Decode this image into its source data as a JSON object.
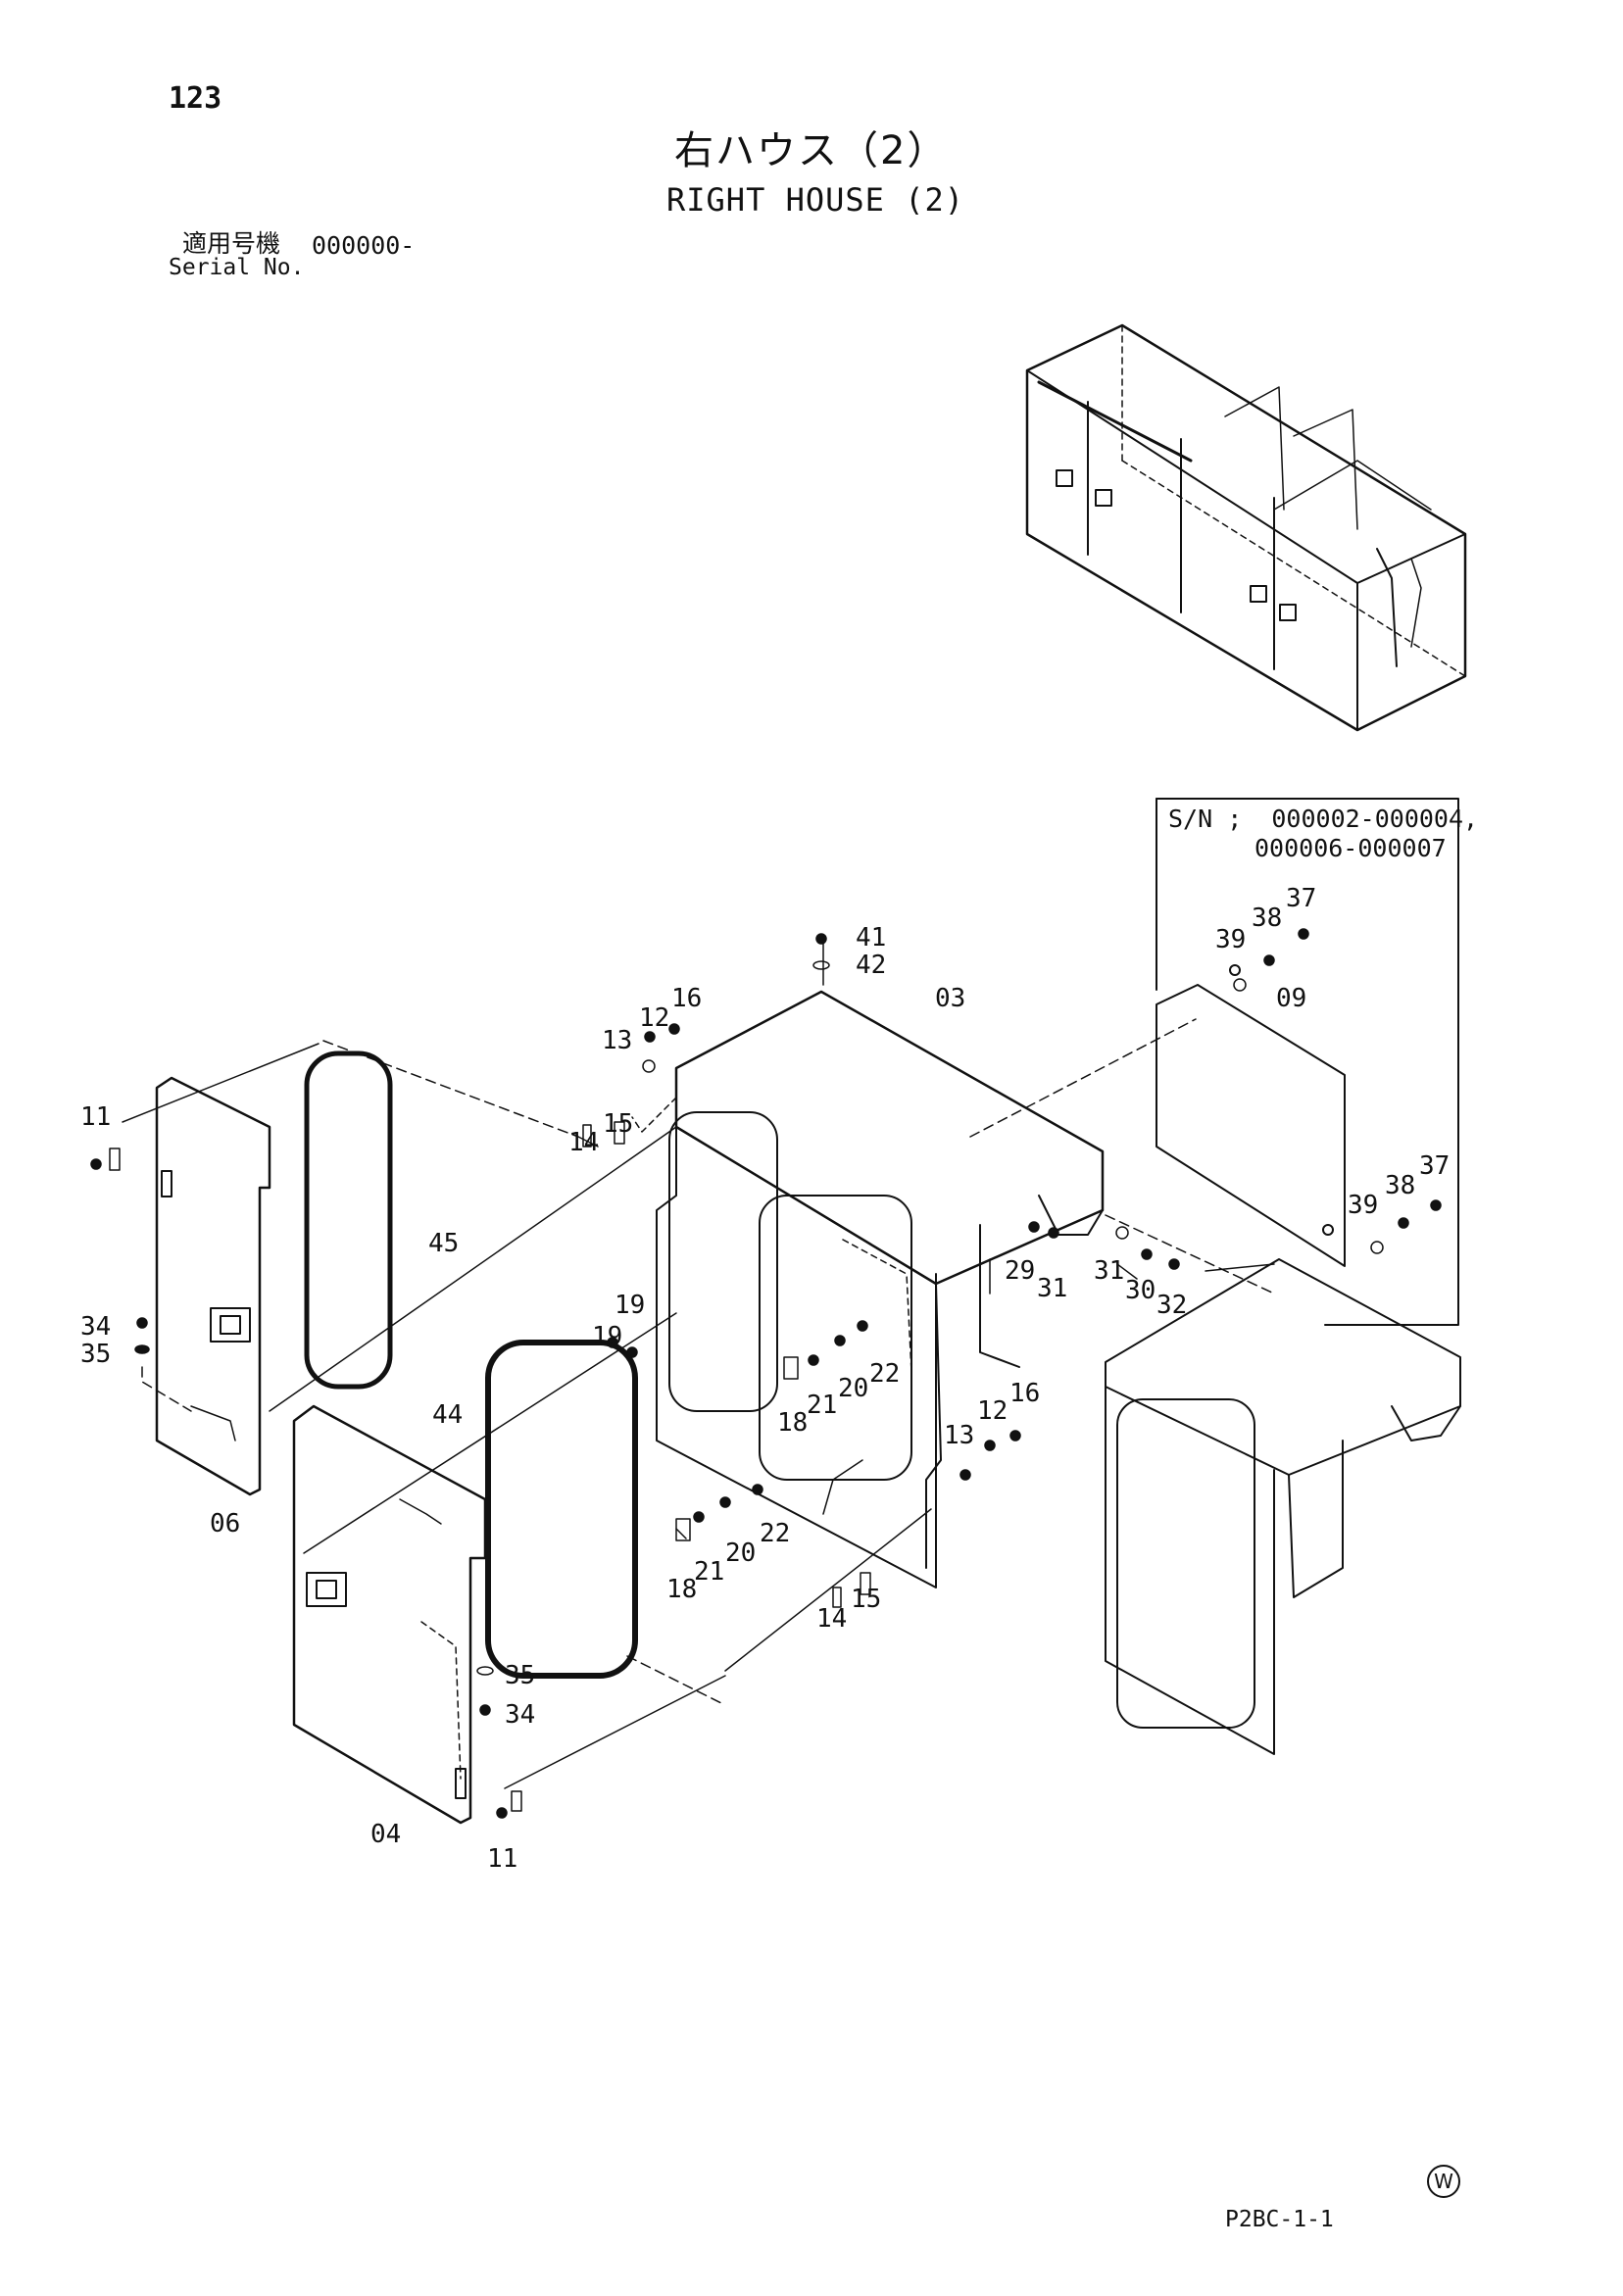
{
  "header": {
    "page_number": "123",
    "title_jp": "右ハウス（2）",
    "title_en": "RIGHT HOUSE (2)",
    "serial_label_jp": "適用号機",
    "serial_value": "000000-",
    "serial_label_en": "Serial No."
  },
  "sn_box": {
    "line1": "S/N ;  000002-000004,",
    "line2": "000006-000007"
  },
  "callouts": [
    "41",
    "42",
    "03",
    "16",
    "12",
    "13",
    "14",
    "15",
    "11",
    "45",
    "34",
    "35",
    "06",
    "19",
    "44",
    "18",
    "21",
    "20",
    "22",
    "29",
    "31",
    "30",
    "32",
    "39",
    "38",
    "37",
    "09",
    "04"
  ],
  "footer": {
    "w_mark": "W",
    "doc_code": "P2BC-1-1"
  }
}
